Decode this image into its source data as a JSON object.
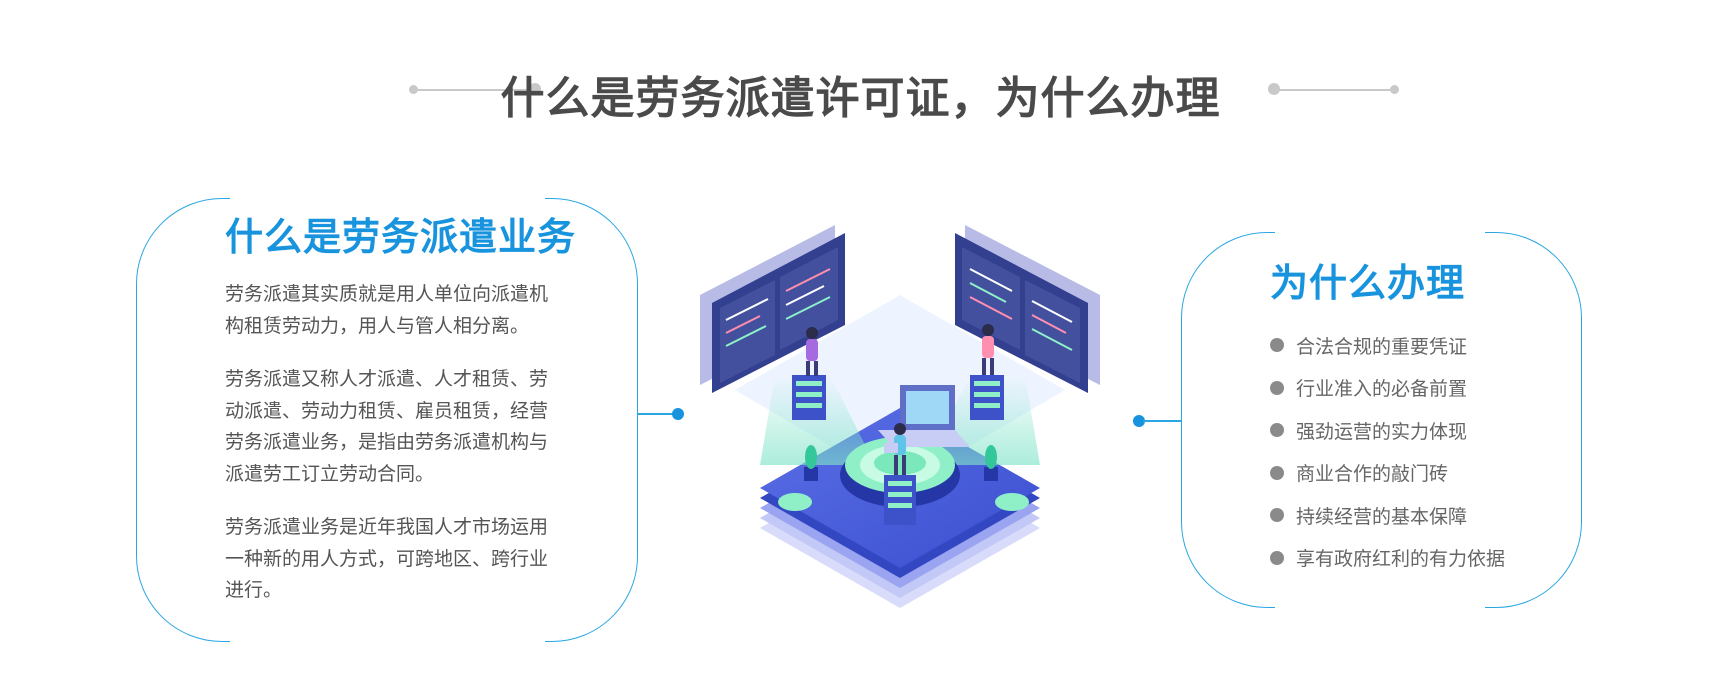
{
  "header": {
    "title": "什么是劳务派遣许可证，为什么办理"
  },
  "left_card": {
    "title": "什么是劳务派遣业务",
    "paragraphs": [
      "劳务派遣其实质就是用人单位向派遣机构租赁劳动力，用人与管人相分离。",
      "劳务派遣又称人才派遣、人才租赁、劳动派遣、劳动力租赁、雇员租赁，经营劳务派遣业务，是指由劳务派遣机构与派遣劳工订立劳动合同。",
      "劳务派遣业务是近年我国人才市场运用一种新的用人方式，可跨地区、跨行业进行。"
    ]
  },
  "right_card": {
    "title": "为什么办理",
    "reasons": [
      "合法合规的重要凭证",
      "行业准入的必备前置",
      "强劲运营的实力体现",
      "商业合作的敲门砖",
      "持续经营的基本保障",
      "享有政府红利的有力依据"
    ]
  },
  "colors": {
    "accent": "#1893de",
    "border": "#2aa6e3",
    "title_gray": "#4a4a4a",
    "text_gray": "#555555",
    "bullet_gray": "#8a8a8a",
    "deco_gray": "#c9c9c9"
  },
  "icons": {
    "illustration": "data-center-isometric-illustration",
    "bullet": "circle-bullet-icon"
  }
}
